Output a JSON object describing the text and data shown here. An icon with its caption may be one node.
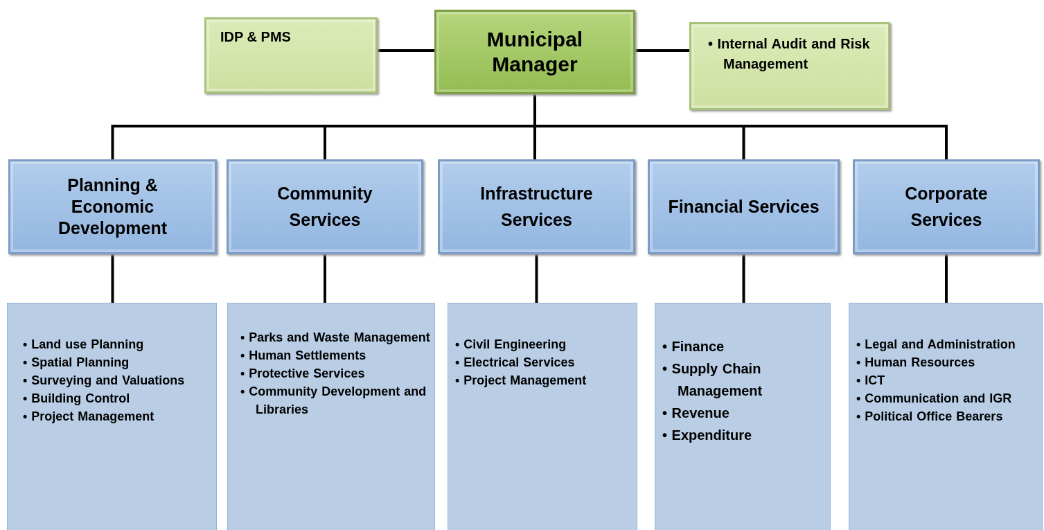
{
  "diagram": {
    "nodes": [
      {
        "text": [
          "Municipal Manager"
        ]
      },
      {
        "text": [
          "IDP & PMS"
        ]
      },
      {
        "text": [
          "• Internal Audit and Risk Management"
        ]
      },
      {
        "text": [
          "Planning & Economic Development"
        ]
      },
      {
        "text": [
          "Community Services"
        ]
      },
      {
        "text": [
          "Infrastructure Services"
        ]
      },
      {
        "text": [
          "Financial Services"
        ]
      },
      {
        "text": [
          "Corporate Services"
        ]
      },
      {
        "text": [
          "• Land use Planning",
          "• Spatial Planning",
          "• Surveying and Valuations",
          "• Building Control",
          "• Project Management"
        ]
      },
      {
        "text": [
          "• Parks and Waste Management",
          "• Human Settlements",
          "• Protective Services",
          "• Community Development and Libraries"
        ]
      },
      {
        "text": [
          "• Civil Engineering",
          "• Electrical Services",
          "• Project Management"
        ]
      },
      {
        "text": [
          "• Finance",
          "• Supply Chain Management",
          "• Revenue",
          "• Expenditure"
        ]
      },
      {
        "text": [
          "• Legal and Administration",
          "• Human Resources",
          "• ICT",
          "• Communication and IGR",
          "• Political Office Bearers"
        ]
      }
    ],
    "edges": [
      {
        "from": 0,
        "to": 1,
        "arrow": "none"
      },
      {
        "from": 0,
        "to": 2,
        "arrow": "none"
      },
      {
        "from": 0,
        "to": 3,
        "arrow": "none"
      },
      {
        "from": 0,
        "to": 4,
        "arrow": "none"
      },
      {
        "from": 0,
        "to": 5,
        "arrow": "none"
      },
      {
        "from": 0,
        "to": 6,
        "arrow": "none"
      },
      {
        "from": 0,
        "to": 7,
        "arrow": "none"
      },
      {
        "from": 3,
        "to": 8,
        "arrow": "none"
      },
      {
        "from": 4,
        "to": 9,
        "arrow": "none"
      },
      {
        "from": 5,
        "to": 10,
        "arrow": "none"
      },
      {
        "from": 6,
        "to": 11,
        "arrow": "none"
      },
      {
        "from": 7,
        "to": 12,
        "arrow": "none"
      }
    ]
  }
}
